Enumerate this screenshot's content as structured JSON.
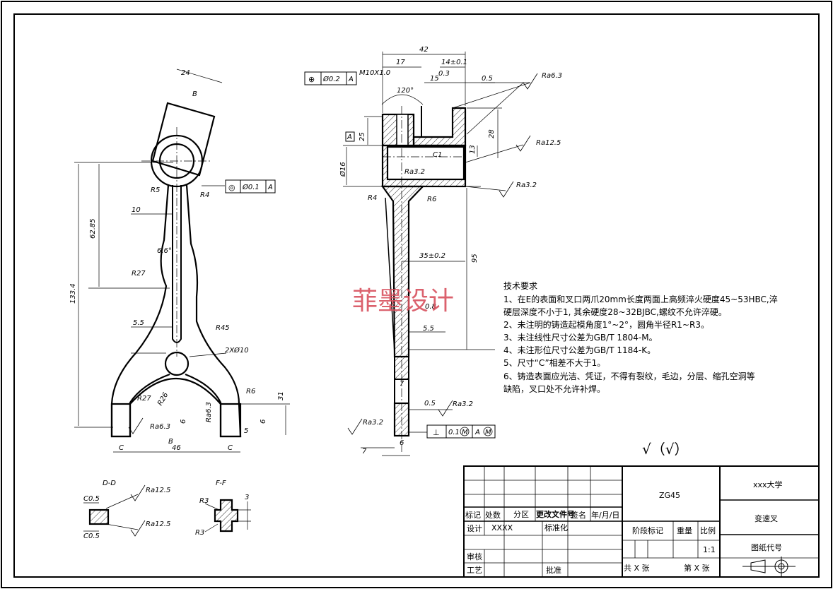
{
  "watermark": "菲墨设计",
  "tech_requirements": {
    "title": "技术要求",
    "lines": [
      "1、在E的表面和叉口两爪20mm长度两面上高频淬火硬度45~53HBC,淬",
      "硬层深度不小于1, 其余硬度28~32BJBC,螺纹不允许淬硬。",
      "2、未注明的铸造起模角度1°~2°，圆角半径R1~R3。",
      "3、未注线性尺寸公差为GB/T 1804-M。",
      "4、未注形位尺寸公差为GB/T 1184-K。",
      "5、尺寸“C”相差不大于1。",
      "6、铸造表面应光洁、凭证，不得有裂纹，毛边，分层、缩孔空洞等",
      "缺陷，叉口处不允许补焊。"
    ]
  },
  "surface_mark": "√（√）",
  "title_block": {
    "material": "ZG45",
    "school": "xxx大学",
    "part_name": "变速叉",
    "drawing_code_label": "图纸代号",
    "scale_value": "1:1",
    "stage_label": "阶段标记",
    "weight_label": "重量",
    "scale_label": "比例",
    "sheets_total": "共 X 张",
    "sheet_no": "第 X 张",
    "rev_headers": [
      "标记",
      "处数",
      "分区",
      "更改文件号",
      "签名",
      "年/月/日"
    ],
    "designer_label": "设计",
    "designer_value": "XXXX",
    "standardize_label": "标准化",
    "review_label": "审核",
    "process_label": "工艺",
    "approve_label": "批准"
  },
  "front_view": {
    "dims": [
      "24",
      "B",
      "133.4",
      "62.85",
      "10",
      "R5",
      "R4",
      "6.6°",
      "R27",
      "5.5",
      "R45",
      "2XØ10",
      "R27",
      "R26",
      "R6",
      "31",
      "Ra6.3",
      "Ra6.3",
      "6",
      "5",
      "6",
      "B",
      "46",
      "C",
      "C"
    ],
    "gdt_symbol": "◎",
    "gdt_value": "Ø0.1",
    "gdt_datum": "A"
  },
  "side_view": {
    "dims": [
      "42",
      "17",
      "14±0.1",
      "M10X1.0",
      "15",
      "0.3",
      "0.5",
      "120°",
      "25",
      "28",
      "13",
      "Ø16",
      "C1",
      "Ra3.2",
      "R4",
      "R6",
      "95",
      "35±0.2",
      "0.8",
      "5.5",
      "7",
      "0.5",
      "6",
      "7"
    ],
    "gdt_top_symbol": "⊕",
    "gdt_top_value": "Ø0.2",
    "gdt_top_datum": "A",
    "gdt_bottom_symbol": "⊥",
    "gdt_bottom_value": "0.1",
    "gdt_bottom_mod": "M",
    "gdt_bottom_datum": "A",
    "datum_box": "A",
    "roughness": [
      "Ra6.3",
      "Ra12.5",
      "Ra3.2",
      "Ra3.2",
      "Ra3.2"
    ]
  },
  "section_dd": {
    "title": "D-D",
    "dims": [
      "C0.5",
      "C0.5",
      "Ra12.5",
      "Ra12.5"
    ]
  },
  "section_ff": {
    "title": "F-F",
    "dims": [
      "R3",
      "R3",
      "3"
    ]
  }
}
